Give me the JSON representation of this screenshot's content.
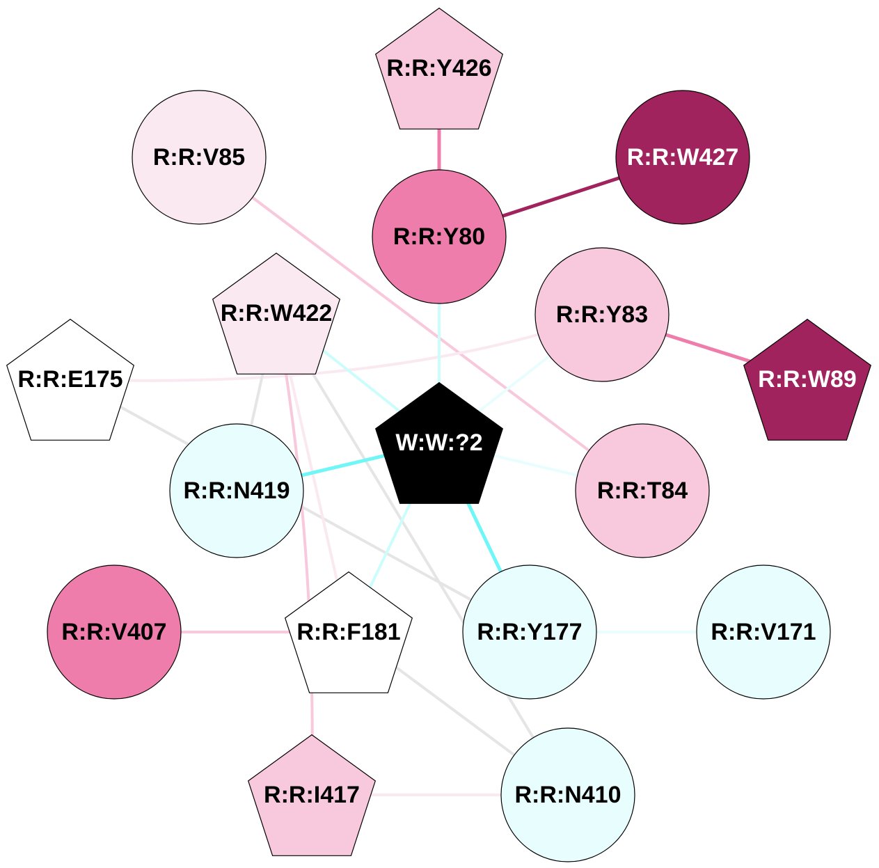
{
  "nodes": [
    {
      "id": "Y426",
      "label": "R:R:Y426",
      "shape": "pentagon",
      "fill": "#f8c8dc",
      "text_color": "#000000"
    },
    {
      "id": "V85",
      "label": "R:R:V85",
      "shape": "circle",
      "fill": "#fbe9f1",
      "text_color": "#000000"
    },
    {
      "id": "W427",
      "label": "R:R:W427",
      "shape": "circle",
      "fill": "#a0235e",
      "text_color": "#ffffff"
    },
    {
      "id": "Y80",
      "label": "R:R:Y80",
      "shape": "circle",
      "fill": "#ef7dac",
      "text_color": "#000000"
    },
    {
      "id": "W422",
      "label": "R:R:W422",
      "shape": "pentagon",
      "fill": "#fbe9f1",
      "text_color": "#000000"
    },
    {
      "id": "Y83",
      "label": "R:R:Y83",
      "shape": "circle",
      "fill": "#f8c8dc",
      "text_color": "#000000"
    },
    {
      "id": "E175",
      "label": "R:R:E175",
      "shape": "pentagon",
      "fill": "#ffffff",
      "text_color": "#000000"
    },
    {
      "id": "W89",
      "label": "R:R:W89",
      "shape": "pentagon",
      "fill": "#a0235e",
      "text_color": "#ffffff"
    },
    {
      "id": "W2",
      "label": "W:W:?2",
      "shape": "pentagon",
      "fill": "#000000",
      "text_color": "#ffffff"
    },
    {
      "id": "N419",
      "label": "R:R:N419",
      "shape": "circle",
      "fill": "#e8fefe",
      "text_color": "#000000"
    },
    {
      "id": "T84",
      "label": "R:R:T84",
      "shape": "circle",
      "fill": "#f8c8dc",
      "text_color": "#000000"
    },
    {
      "id": "V407",
      "label": "R:R:V407",
      "shape": "circle",
      "fill": "#ef7dac",
      "text_color": "#000000"
    },
    {
      "id": "F181",
      "label": "R:R:F181",
      "shape": "pentagon",
      "fill": "#ffffff",
      "text_color": "#000000"
    },
    {
      "id": "Y177",
      "label": "R:R:Y177",
      "shape": "circle",
      "fill": "#e8fefe",
      "text_color": "#000000"
    },
    {
      "id": "V171",
      "label": "R:R:V171",
      "shape": "circle",
      "fill": "#e8fefe",
      "text_color": "#000000"
    },
    {
      "id": "I417",
      "label": "R:R:I417",
      "shape": "pentagon",
      "fill": "#f8c8dc",
      "text_color": "#000000"
    },
    {
      "id": "N410",
      "label": "R:R:N410",
      "shape": "circle",
      "fill": "#e8fefe",
      "text_color": "#000000"
    }
  ],
  "edges": [
    {
      "source": "Y426",
      "target": "Y80",
      "color": "#ef7dac"
    },
    {
      "source": "Y80",
      "target": "W427",
      "color": "#a0235e"
    },
    {
      "source": "Y83",
      "target": "W89",
      "color": "#ef7dac"
    },
    {
      "source": "V85",
      "target": "T84",
      "color": "#f8c8dc"
    },
    {
      "source": "E175",
      "target": "Y83",
      "color": "#fbe9f1"
    },
    {
      "source": "E175",
      "target": "Y177",
      "color": "#e5e5e5"
    },
    {
      "source": "W422",
      "target": "W2",
      "color": "#ccfdfd"
    },
    {
      "source": "W422",
      "target": "N419",
      "color": "#e5e5e5"
    },
    {
      "source": "W422",
      "target": "F181",
      "color": "#fbe9f1"
    },
    {
      "source": "W422",
      "target": "I417",
      "color": "#f8c8dc"
    },
    {
      "source": "W422",
      "target": "N410",
      "color": "#e5e5e5"
    },
    {
      "source": "Y80",
      "target": "W2",
      "color": "#ccfdfd"
    },
    {
      "source": "Y83",
      "target": "W2",
      "color": "#e8fefe"
    },
    {
      "source": "W2",
      "target": "T84",
      "color": "#e8fefe"
    },
    {
      "source": "W2",
      "target": "N419",
      "color": "#6ff6f6"
    },
    {
      "source": "W2",
      "target": "Y177",
      "color": "#6ff6f6"
    },
    {
      "source": "W2",
      "target": "F181",
      "color": "#ccfdfd"
    },
    {
      "source": "V407",
      "target": "F181",
      "color": "#f8c8dc"
    },
    {
      "source": "Y177",
      "target": "V171",
      "color": "#e8fefe"
    },
    {
      "source": "F181",
      "target": "N410",
      "color": "#e5e5e5"
    },
    {
      "source": "I417",
      "target": "N410",
      "color": "#fbe9f1"
    }
  ]
}
